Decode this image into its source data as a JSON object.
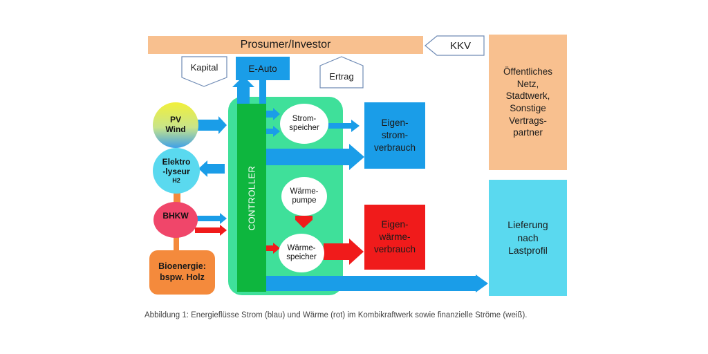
{
  "header": {
    "prosumer_label": "Prosumer/Investor",
    "kkv_label": "KKV",
    "public_grid_label": "Öffentliches\nNetz,\nStadtwerk,\nSonstige\nVertrags-\npartner"
  },
  "financial": {
    "kapital_label": "Kapital",
    "ertrag_label": "Ertrag"
  },
  "nodes": {
    "eauto_label": "E-Auto",
    "pv_wind_label": "PV\nWind",
    "electrolyzer_label": "Elektro\n-lyseur",
    "electrolyzer_sub": "H2",
    "bhkw_label": "BHKW",
    "bioenergy_label": "Bioenergie:\nbspw. Holz",
    "controller_label": "CONTROLLER",
    "power_storage_label": "Strom-\nspeicher",
    "heat_pump_label": "Wärme-\npumpe",
    "heat_storage_label": "Wärme-\nspeicher",
    "own_power_label": "Eigen-\nstrom-\nverbrauch",
    "own_heat_label": "Eigen-\nwärme-\nverbrauch",
    "delivery_label": "Lieferung\nnach\nLastprofil"
  },
  "caption": "Abbildung 1: Energieflüsse Strom (blau) und Wärme (rot) im Kombikraftwerk sowie finanzielle Ströme (weiß).",
  "colors": {
    "orange": "#f8c08f",
    "blue": "#1a9de8",
    "red": "#f01b1b",
    "green_light": "#3fe09a",
    "green_dark": "#0eb63e",
    "cyan": "#5ad9ef",
    "bio_orange": "#f48a3c"
  }
}
